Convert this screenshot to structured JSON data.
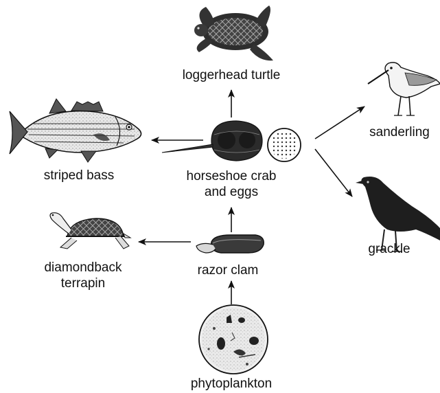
{
  "food_web": {
    "organisms": {
      "loggerhead_turtle": "loggerhead turtle",
      "sanderling": "sanderling",
      "striped_bass": "striped bass",
      "horseshoe_crab_line1": "horseshoe crab",
      "horseshoe_crab_line2": "and eggs",
      "grackle": "grackle",
      "diamondback_terrapin_line1": "diamondback",
      "diamondback_terrapin_line2": "terrapin",
      "razor_clam": "razor clam",
      "phytoplankton": "phytoplankton"
    },
    "arrows": [
      {
        "from": "phytoplankton",
        "to": "razor clam"
      },
      {
        "from": "razor clam",
        "to": "horseshoe crab and eggs"
      },
      {
        "from": "razor clam",
        "to": "diamondback terrapin"
      },
      {
        "from": "horseshoe crab and eggs",
        "to": "loggerhead turtle"
      },
      {
        "from": "horseshoe crab and eggs",
        "to": "striped bass"
      },
      {
        "from": "horseshoe crab and eggs",
        "to": "sanderling"
      },
      {
        "from": "horseshoe crab and eggs",
        "to": "grackle"
      }
    ]
  }
}
